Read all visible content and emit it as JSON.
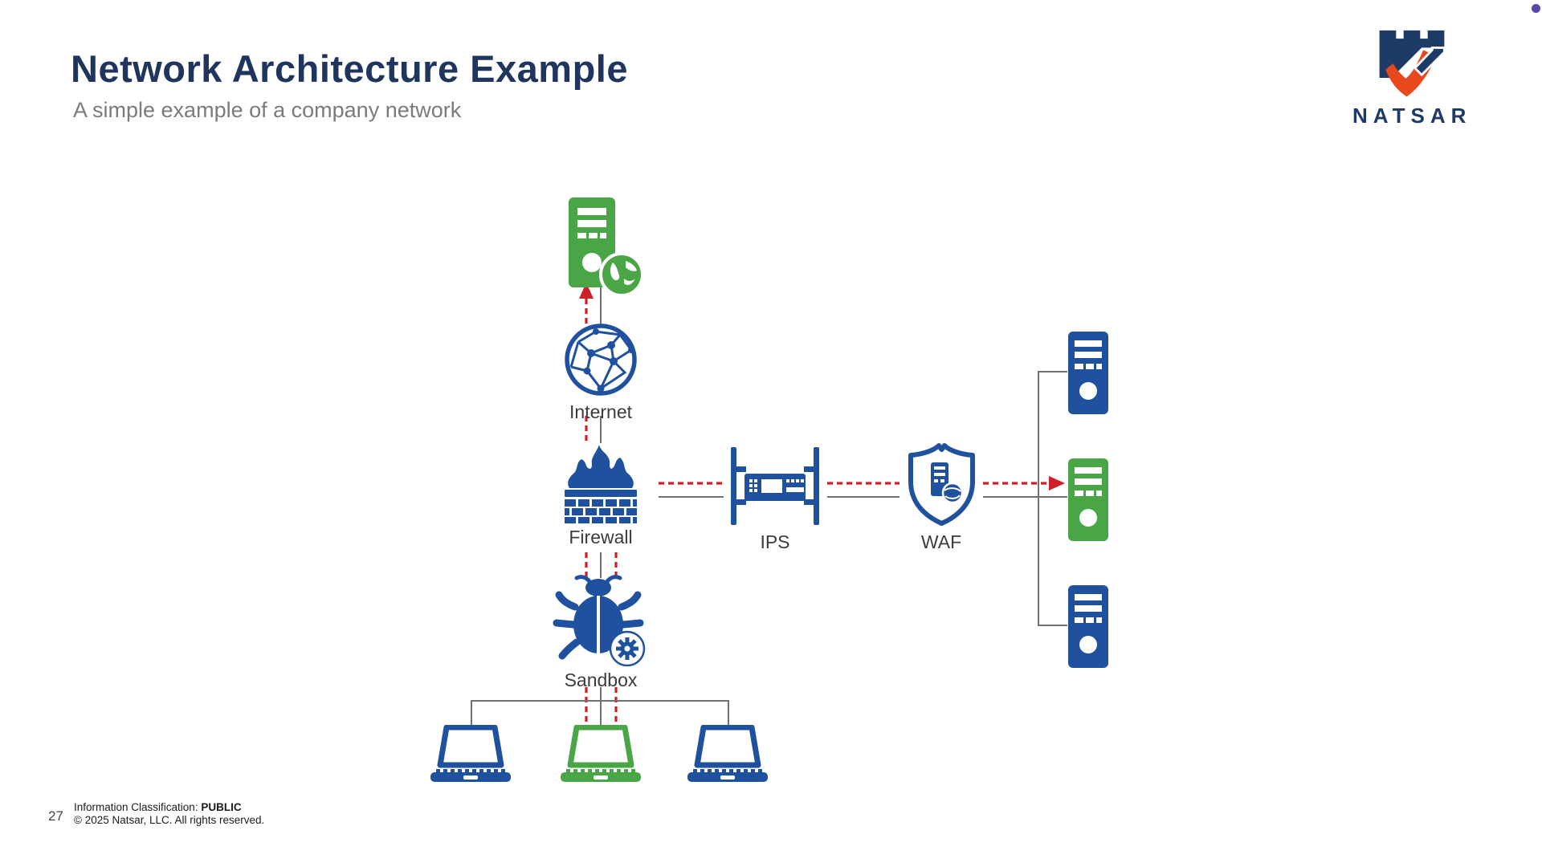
{
  "slide": {
    "title": "Network Architecture Example",
    "subtitle": "A simple example of a company network"
  },
  "logo": {
    "text": "NATSAR"
  },
  "diagram": {
    "labels": {
      "internet": "Internet",
      "firewall": "Firewall",
      "ips": "IPS",
      "waf": "WAF",
      "sandbox": "Sandbox"
    },
    "nodes": [
      {
        "id": "external-server",
        "icon": "server-globe-icon",
        "color": "green",
        "label": ""
      },
      {
        "id": "internet",
        "icon": "globe-wireframe-icon",
        "color": "blue",
        "label": "Internet"
      },
      {
        "id": "firewall",
        "icon": "flame-brick-wall-icon",
        "color": "blue",
        "label": "Firewall"
      },
      {
        "id": "ips",
        "icon": "rack-appliance-icon",
        "color": "blue",
        "label": "IPS"
      },
      {
        "id": "waf",
        "icon": "shield-server-icon",
        "color": "blue",
        "label": "WAF"
      },
      {
        "id": "sandbox",
        "icon": "bug-gear-icon",
        "color": "blue",
        "label": "Sandbox"
      },
      {
        "id": "server-top",
        "icon": "server-tower-icon",
        "color": "blue",
        "label": ""
      },
      {
        "id": "server-middle",
        "icon": "server-tower-icon",
        "color": "green",
        "label": ""
      },
      {
        "id": "server-bottom",
        "icon": "server-tower-icon",
        "color": "blue",
        "label": ""
      },
      {
        "id": "laptop-left",
        "icon": "laptop-icon",
        "color": "blue",
        "label": ""
      },
      {
        "id": "laptop-middle",
        "icon": "laptop-icon",
        "color": "green",
        "label": ""
      },
      {
        "id": "laptop-right",
        "icon": "laptop-icon",
        "color": "blue",
        "label": ""
      }
    ]
  },
  "footer": {
    "page_number": "27",
    "classification_label": "Information Classification: ",
    "classification_value": "PUBLIC",
    "copyright": "© 2025 Natsar, LLC. All rights reserved."
  },
  "colors": {
    "title-navy": "#20355e",
    "subtitle-gray": "#7b7b7b",
    "icon-blue": "#1f519f",
    "icon-green": "#4aa546",
    "arrow-red": "#d02027",
    "line-gray": "#707070",
    "label-text": "#3c3c3c",
    "logo-navy": "#1e3a66",
    "logo-orange": "#e8481c",
    "dot-purple": "#5548ad"
  }
}
